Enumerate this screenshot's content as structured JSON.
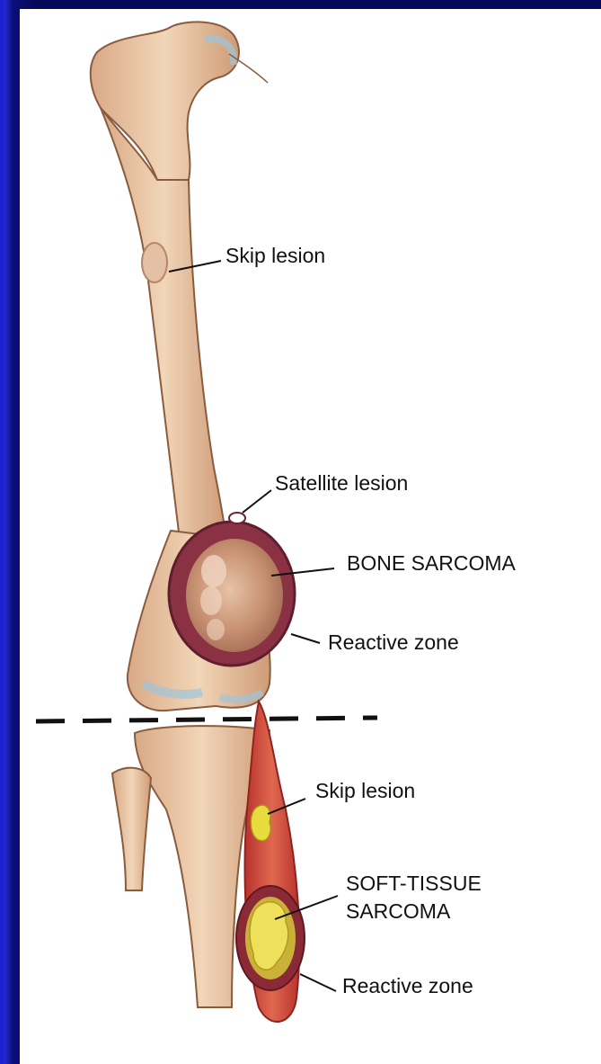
{
  "labels": {
    "skip_lesion_femur": "Skip lesion",
    "satellite_lesion": "Satellite lesion",
    "bone_sarcoma": "BONE SARCOMA",
    "reactive_zone_bone": "Reactive zone",
    "skip_lesion_soft": "Skip lesion",
    "soft_tissue_line1": "SOFT-TISSUE",
    "soft_tissue_line2": "SARCOMA",
    "reactive_zone_soft": "Reactive zone"
  },
  "colors": {
    "background": "#06085a",
    "panel": "#ffffff",
    "bone": "#e9c9a8",
    "bone_shadow": "#c99a73",
    "reactive_zone": "#8a3244",
    "tumor": "#c9977a",
    "muscle": "#c9443c",
    "soft_tumor": "#e6d63a"
  }
}
